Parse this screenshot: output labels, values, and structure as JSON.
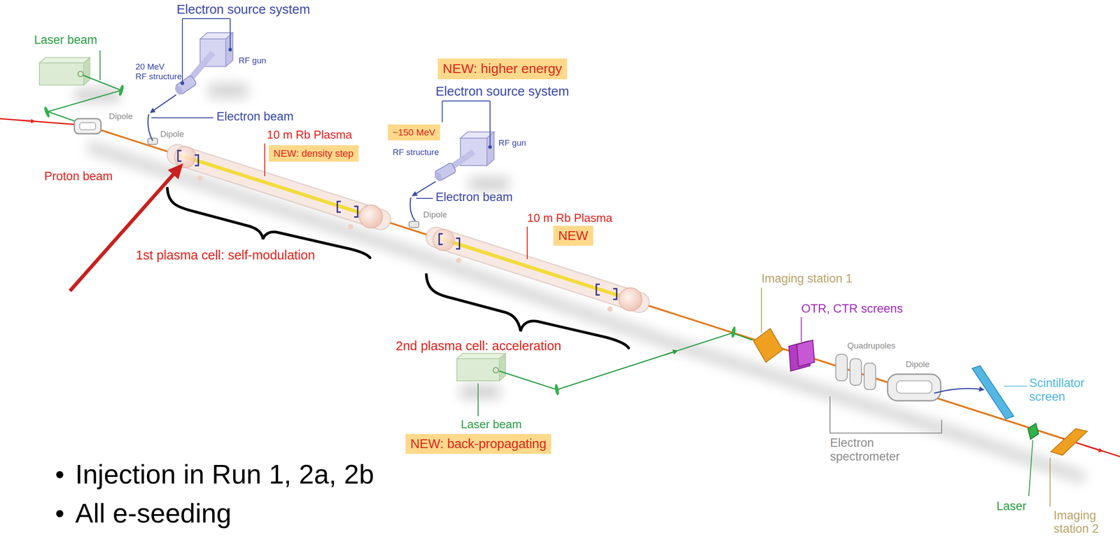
{
  "diagram": {
    "nodes": [
      {
        "text": [
          "NEW: higher energy"
        ]
      },
      {
        "text": [
          "~150 MeV"
        ]
      },
      {
        "text": [
          "NEW: density step"
        ]
      },
      {
        "text": [
          "NEW"
        ]
      },
      {
        "text": [
          "NEW: back-propagating"
        ]
      }
    ],
    "labels": [
      "Laser beam",
      "Electron source system",
      "20 MeV",
      "RF structure",
      "RF gun",
      "Dipole",
      "Electron beam",
      "Dipole",
      "10 m Rb Plasma",
      "Proton beam",
      "1st plasma cell: self-modulation",
      "Electron source system",
      "RF gun",
      "RF structure",
      "Electron beam",
      "Dipole",
      "10 m Rb Plasma",
      "2nd plasma cell: acceleration",
      "Laser beam",
      "Imaging station 1",
      "OTR, CTR screens",
      "Quadrupoles",
      "Dipole",
      "Scintillator screen",
      "Electron spectrometer",
      "Laser",
      "Imaging station 2",
      "Injection in Run 1, 2a, 2b",
      "All e-seeding"
    ]
  }
}
